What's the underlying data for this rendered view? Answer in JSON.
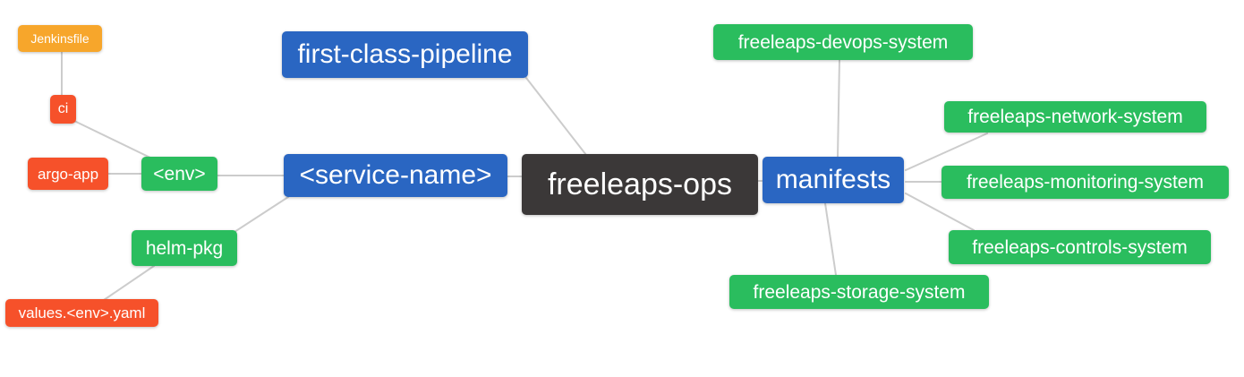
{
  "diagram": {
    "type": "mindmap",
    "root": "freeleaps_ops"
  },
  "palette": {
    "blue": "#2a66c2",
    "green": "#2abd5e",
    "orange": "#f7a62b",
    "red": "#f6512a",
    "dark": "#3b3838",
    "edge": "#cccccc",
    "node_text": "#ffffff",
    "background": "#ffffff"
  },
  "nodes": {
    "freeleaps_ops": {
      "label": "freeleaps-ops",
      "color": "dark"
    },
    "first_class_pipeline": {
      "label": "first-class-pipeline",
      "color": "blue"
    },
    "service_name": {
      "label": "<service-name>",
      "color": "blue"
    },
    "manifests": {
      "label": "manifests",
      "color": "blue"
    },
    "env": {
      "label": "<env>",
      "color": "green"
    },
    "helm_pkg": {
      "label": "helm-pkg",
      "color": "green"
    },
    "ci": {
      "label": "ci",
      "color": "red"
    },
    "argo_app": {
      "label": "argo-app",
      "color": "red"
    },
    "jenkinsfile": {
      "label": "Jenkinsfile",
      "color": "orange"
    },
    "values_env_yaml": {
      "label": "values.<env>.yaml",
      "color": "red"
    },
    "devops_system": {
      "label": "freeleaps-devops-system",
      "color": "green"
    },
    "network_system": {
      "label": "freeleaps-network-system",
      "color": "green"
    },
    "monitoring_system": {
      "label": "freeleaps-monitoring-system",
      "color": "green"
    },
    "controls_system": {
      "label": "freeleaps-controls-system",
      "color": "green"
    },
    "storage_system": {
      "label": "freeleaps-storage-system",
      "color": "green"
    }
  },
  "edges": [
    {
      "from": "jenkinsfile",
      "to": "ci"
    },
    {
      "from": "ci",
      "to": "env"
    },
    {
      "from": "argo_app",
      "to": "env"
    },
    {
      "from": "env",
      "to": "service_name"
    },
    {
      "from": "service_name",
      "to": "helm_pkg"
    },
    {
      "from": "helm_pkg",
      "to": "values_env_yaml"
    },
    {
      "from": "first_class_pipeline",
      "to": "freeleaps_ops"
    },
    {
      "from": "service_name",
      "to": "freeleaps_ops"
    },
    {
      "from": "freeleaps_ops",
      "to": "manifests"
    },
    {
      "from": "manifests",
      "to": "devops_system"
    },
    {
      "from": "manifests",
      "to": "network_system"
    },
    {
      "from": "manifests",
      "to": "monitoring_system"
    },
    {
      "from": "manifests",
      "to": "controls_system"
    },
    {
      "from": "manifests",
      "to": "storage_system"
    }
  ]
}
